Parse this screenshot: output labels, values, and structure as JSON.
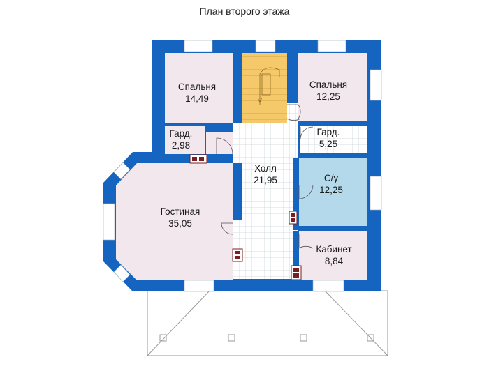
{
  "title": "План второго этажа",
  "colors": {
    "wall": "#1565c0",
    "room": "#f1e7ec",
    "bath": "#b3d9ea",
    "stair": "#f5c96a",
    "hall_tile": "#ffffff",
    "hall_grid": "#c8d4d8",
    "roof_line": "#9a9a9a",
    "vent": "#7a1f1f"
  },
  "rooms": {
    "bedroom_left": {
      "name": "Спальня",
      "area": "14,49"
    },
    "bedroom_right": {
      "name": "Спальня",
      "area": "12,25"
    },
    "wardrobe_left": {
      "name": "Гард.",
      "area": "2,98"
    },
    "wardrobe_right": {
      "name": "Гард.",
      "area": "5,25"
    },
    "hall": {
      "name": "Холл",
      "area": "21,95"
    },
    "bathroom": {
      "name": "С/у",
      "area": "12,25"
    },
    "living": {
      "name": "Гостиная",
      "area": "35,05"
    },
    "office": {
      "name": "Кабинет",
      "area": "8,84"
    }
  }
}
